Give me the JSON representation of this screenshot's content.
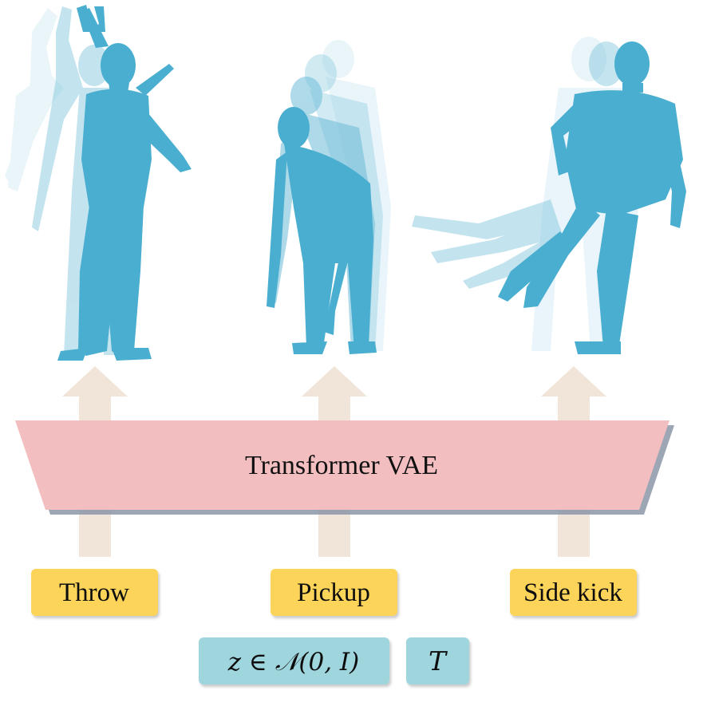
{
  "model": {
    "label": "Transformer VAE"
  },
  "actions": [
    {
      "label": "Throw"
    },
    {
      "label": "Pickup"
    },
    {
      "label": "Side kick"
    }
  ],
  "inputs": {
    "latent": "z ∈ 𝒩(0, I)",
    "duration": "T"
  },
  "colors": {
    "body": "#4aaed0",
    "body_ghost": "#a9d8ea",
    "arrow": "#f0e5d8",
    "vae": "#f2bec0",
    "vae_shadow": "#8c97a8",
    "action_box": "#fcd45a",
    "input_box": "#9fd6de"
  }
}
